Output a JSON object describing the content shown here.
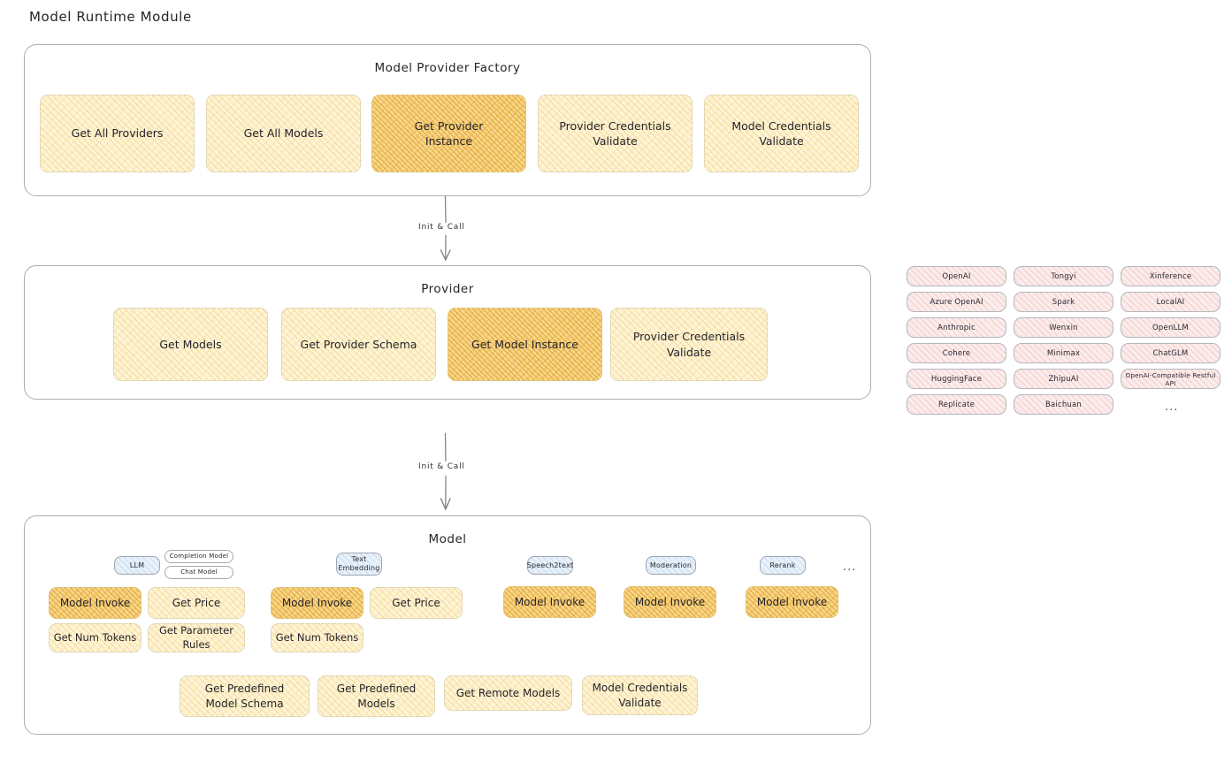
{
  "title": "Model Runtime Module",
  "colors": {
    "chip_fill": "#fdf4d8",
    "chip_highlight": "#f8d78e",
    "provider_pill": "#fbeceb",
    "model_type_pill": "#e8f1fa",
    "stroke": "#adadb4"
  },
  "factory": {
    "title": "Model Provider Factory",
    "nodes": [
      {
        "label": "Get All Providers",
        "highlighted": false
      },
      {
        "label": "Get All Models",
        "highlighted": false
      },
      {
        "label": "Get Provider Instance",
        "highlighted": true
      },
      {
        "label": "Provider Credentials Validate",
        "highlighted": false
      },
      {
        "label": "Model Credentials Validate",
        "highlighted": false
      }
    ]
  },
  "connector_1": {
    "label": "Init & Call"
  },
  "provider": {
    "title": "Provider",
    "nodes": [
      {
        "label": "Get Models",
        "highlighted": false
      },
      {
        "label": "Get Provider Schema",
        "highlighted": false
      },
      {
        "label": "Get Model Instance",
        "highlighted": true
      },
      {
        "label": "Provider Credentials Validate",
        "highlighted": false
      }
    ]
  },
  "connector_2": {
    "label": "Init & Call"
  },
  "provider_list": {
    "column_1": [
      "OpenAI",
      "Azure OpenAI",
      "Anthropic",
      "Cohere",
      "HuggingFace",
      "Replicate"
    ],
    "column_2": [
      "Tongyi",
      "Spark",
      "Wenxin",
      "Minimax",
      "ZhipuAI",
      "Baichuan"
    ],
    "column_3": [
      "Xinference",
      "LocalAI",
      "OpenLLM",
      "ChatGLM",
      "OpenAI-Compatible Restful API"
    ],
    "more": "..."
  },
  "model": {
    "title": "Model",
    "more": "...",
    "types": [
      {
        "name": "LLM",
        "sub_types": [
          "Completion Model",
          "Chat Model"
        ],
        "methods": [
          {
            "label": "Model Invoke",
            "highlighted": true
          },
          {
            "label": "Get Price",
            "highlighted": false
          },
          {
            "label": "Get Num Tokens",
            "highlighted": false
          },
          {
            "label": "Get Parameter Rules",
            "highlighted": false
          }
        ]
      },
      {
        "name": "Text Embedding",
        "sub_types": [],
        "methods": [
          {
            "label": "Model Invoke",
            "highlighted": true
          },
          {
            "label": "Get Price",
            "highlighted": false
          },
          {
            "label": "Get Num Tokens",
            "highlighted": false
          }
        ]
      },
      {
        "name": "Speech2text",
        "sub_types": [],
        "methods": [
          {
            "label": "Model Invoke",
            "highlighted": true
          }
        ]
      },
      {
        "name": "Moderation",
        "sub_types": [],
        "methods": [
          {
            "label": "Model Invoke",
            "highlighted": true
          }
        ]
      },
      {
        "name": "Rerank",
        "sub_types": [],
        "methods": [
          {
            "label": "Model Invoke",
            "highlighted": true
          }
        ]
      }
    ],
    "common_methods": [
      "Get Predefined Model Schema",
      "Get Predefined Models",
      "Get Remote Models",
      "Model Credentials Validate"
    ]
  }
}
